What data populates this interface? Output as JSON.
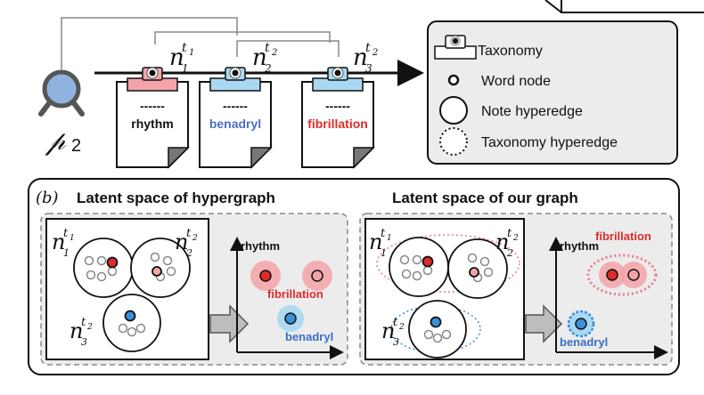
{
  "top": {
    "patient_symbol": "𝓅",
    "patient_index": "2",
    "notes": [
      {
        "n": "n",
        "sub": "1",
        "sup": "t",
        "supsub": "1",
        "word": "rhythm",
        "word_color": "#111111",
        "tab_color": "#f4a3a8"
      },
      {
        "n": "n",
        "sub": "2",
        "sup": "t",
        "supsub": "2",
        "word": "benadryl",
        "word_color": "#4a6fc4",
        "tab_color": "#a9d8f2"
      },
      {
        "n": "n",
        "sub": "3",
        "sup": "t",
        "supsub": "2",
        "word": "fibrillation",
        "word_color": "#e02a2a",
        "tab_color": "#a9d8f2"
      }
    ],
    "dashes": "------"
  },
  "legend": {
    "items": [
      "Taxonomy",
      "Word node",
      "Note hyperedge",
      "Taxonomy hyperedge"
    ]
  },
  "panel_b": {
    "label": "(b)",
    "left_title": "Latent space of hypergraph",
    "right_title": "Latent space of our graph",
    "axis_label": "rhythm",
    "left_points": [
      "fibrillation",
      "benadryl"
    ],
    "right_points": [
      "fibrillation",
      "benadryl"
    ]
  },
  "colors": {
    "red": "#e02a2a",
    "pink": "#f4a3a8",
    "blue": "#3a8fd8",
    "lightblue": "#a9d8f2",
    "panel_bg": "#ececec"
  }
}
